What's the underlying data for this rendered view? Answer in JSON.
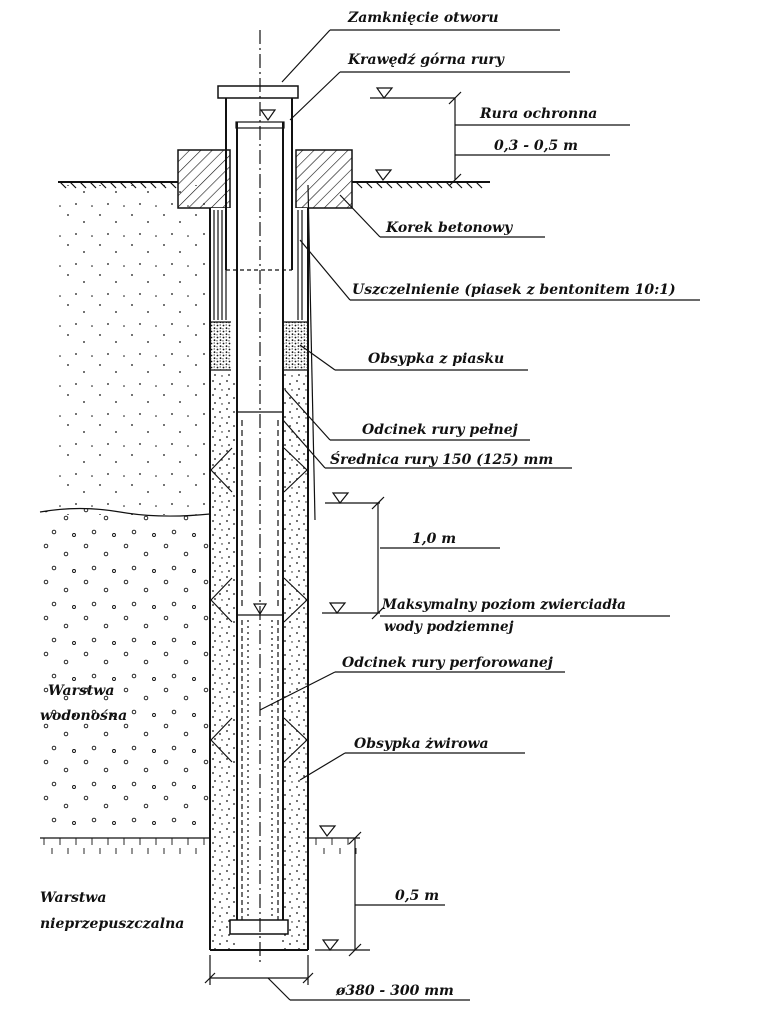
{
  "labels": {
    "closure": "Zamknięcie otworu",
    "pipe_top_edge": "Krawędź górna rury",
    "protective_pipe": "Rura ochronna",
    "protective_height": "0,3 - 0,5 m",
    "concrete_plug": "Korek betonowy",
    "seal": "Uszczelnienie (piasek z bentonitem 10:1)",
    "sand_fill": "Obsypka z piasku",
    "solid_pipe": "Odcinek rury pełnej",
    "pipe_diameter": "Średnica rury 150 (125) mm",
    "dim_1m": "1,0 m",
    "max_level_line1": "Maksymalny poziom zwierciadła",
    "max_level_line2": "wody podziemnej",
    "perforated_pipe": "Odcinek rury perforowanej",
    "gravel_fill": "Obsypka żwirowa",
    "aquifer_line1": "Warstwa",
    "aquifer_line2": "wodonośna",
    "impermeable_line1": "Warstwa",
    "impermeable_line2": "nieprzepuszczalna",
    "dim_05m": "0,5 m",
    "borehole_diameter": "ø380 - 300 mm"
  }
}
